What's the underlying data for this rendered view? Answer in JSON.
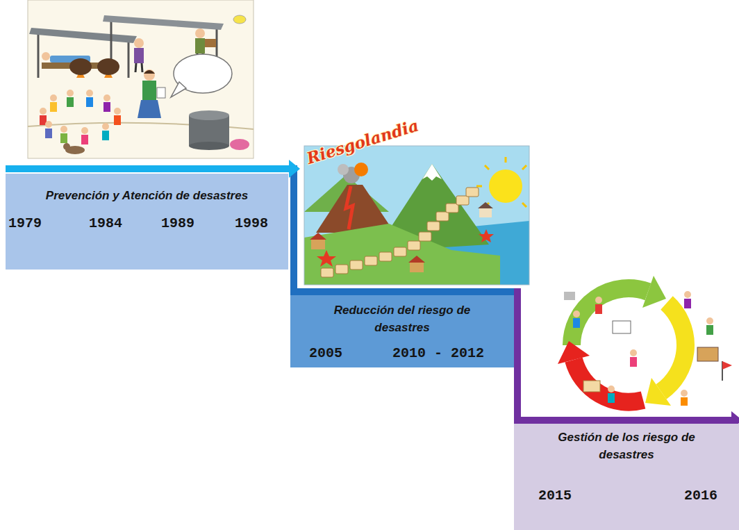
{
  "diagram": {
    "nodes": [
      {
        "text": [
          "Prevención y Atención de desastres",
          "1979",
          "1984",
          "1989",
          "1998"
        ]
      },
      {
        "text": [
          "Reducción del riesgo de desastres",
          "2005",
          "2010 - 2012"
        ]
      },
      {
        "text": [
          "Gestión de los riesgo de desastres",
          "2015",
          "2016"
        ]
      }
    ],
    "edges": [
      {
        "from": 0,
        "to": 1,
        "arrow": "to"
      },
      {
        "from": 1,
        "to": 2,
        "arrow": "to"
      }
    ],
    "labels": [
      "Riesgolandia"
    ]
  }
}
